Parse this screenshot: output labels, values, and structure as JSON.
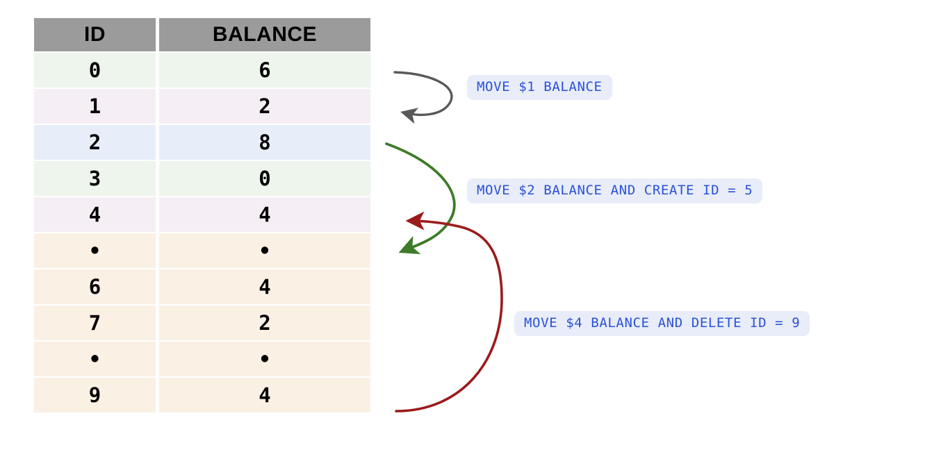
{
  "table": {
    "columns": [
      "ID",
      "BALANCE"
    ],
    "rows": [
      {
        "id": "0",
        "balance": "6",
        "tone": "green"
      },
      {
        "id": "1",
        "balance": "2",
        "tone": "pink"
      },
      {
        "id": "2",
        "balance": "8",
        "tone": "blue"
      },
      {
        "id": "3",
        "balance": "0",
        "tone": "green"
      },
      {
        "id": "4",
        "balance": "4",
        "tone": "pink"
      },
      {
        "id": "•",
        "balance": "•",
        "tone": "peach"
      },
      {
        "id": "6",
        "balance": "4",
        "tone": "peach"
      },
      {
        "id": "7",
        "balance": "2",
        "tone": "peach"
      },
      {
        "id": "•",
        "balance": "•",
        "tone": "peach"
      },
      {
        "id": "9",
        "balance": "4",
        "tone": "peach"
      }
    ]
  },
  "annotations": [
    {
      "id": "move-1",
      "label": "MOVE $1 BALANCE",
      "arrow_color": "#595959"
    },
    {
      "id": "move-2",
      "label": "MOVE $2 BALANCE AND CREATE ID = 5",
      "arrow_color": "#3e7b28"
    },
    {
      "id": "move-3",
      "label": "MOVE $4 BALANCE AND DELETE ID = 9",
      "arrow_color": "#9b1b1b"
    }
  ],
  "colors": {
    "header_gray": "#9b9b9b",
    "row_green": "#edf5ed",
    "row_pink": "#f5eef4",
    "row_blue": "#e7eefa",
    "row_peach": "#faf0e4",
    "label_text": "#2b50d8",
    "label_bg": "#e8edf9",
    "arrow_gray": "#595959",
    "arrow_green": "#3e7b28",
    "arrow_red": "#9b1b1b",
    "page_bg": "#ffffff"
  }
}
